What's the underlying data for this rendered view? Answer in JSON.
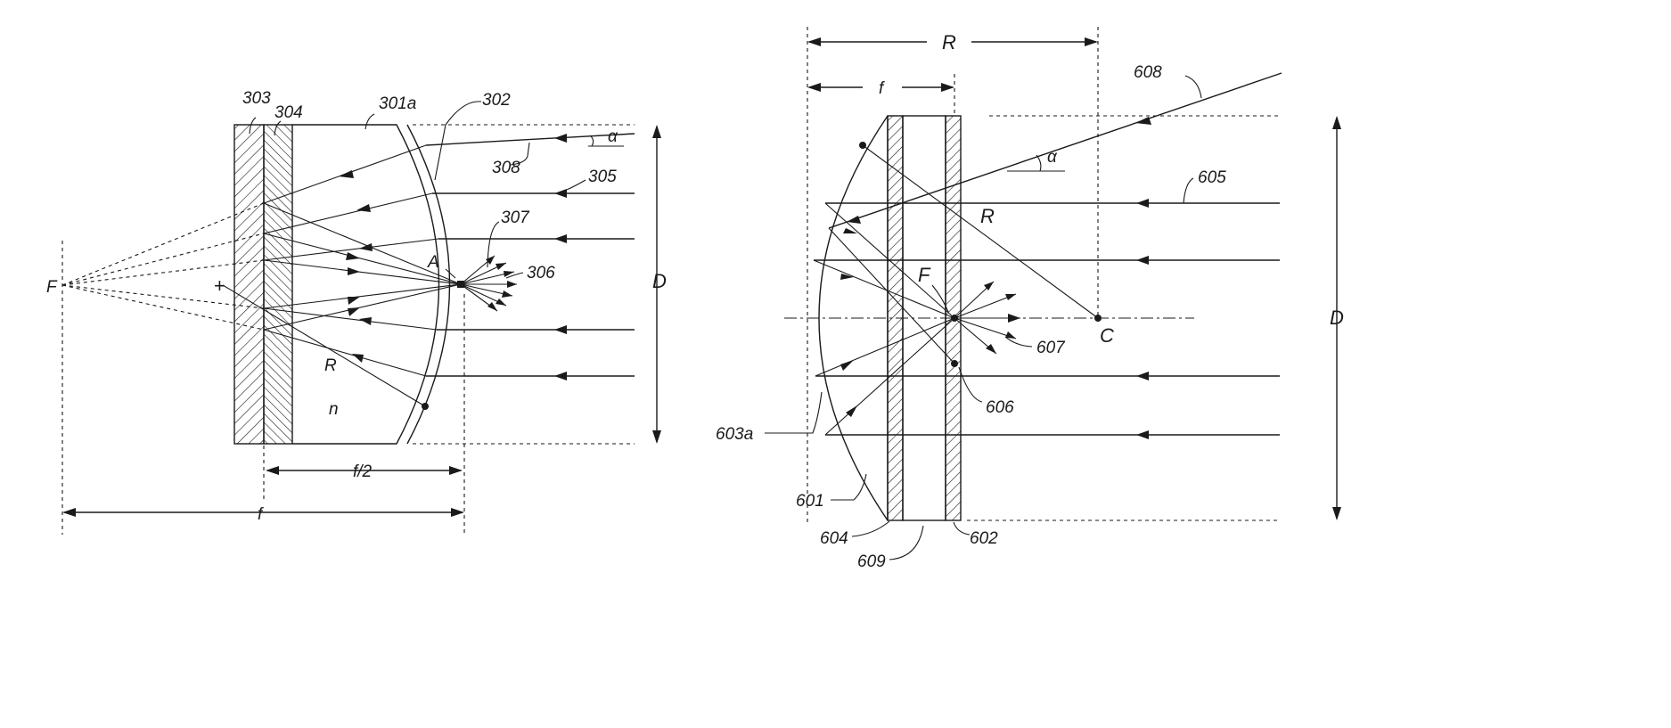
{
  "left_figure": {
    "labels": {
      "l303": "303",
      "l304": "304",
      "l301a": "301a",
      "l302": "302",
      "l308": "308",
      "l305": "305",
      "l307": "307",
      "l306": "306",
      "alpha": "α",
      "A": "A",
      "F": "F",
      "R": "R",
      "n": "n",
      "D": "D",
      "f_half": "f/2",
      "f": "f",
      "plus": "+"
    }
  },
  "right_figure": {
    "labels": {
      "R_top": "R",
      "f_top": "f",
      "l608": "608",
      "alpha": "α",
      "l605": "605",
      "R_ray": "R",
      "F": "F",
      "l607": "607",
      "C": "C",
      "D": "D",
      "l603a": "603a",
      "l606": "606",
      "l601": "601",
      "l604": "604",
      "l602": "602",
      "l609": "609"
    }
  },
  "colors": {
    "ink": "#1a1a1a",
    "background": "#ffffff"
  }
}
